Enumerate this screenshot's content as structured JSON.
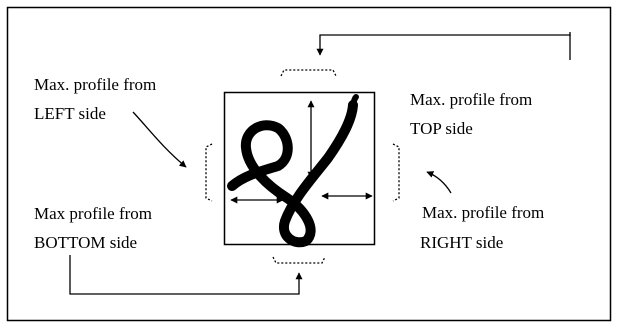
{
  "labels": {
    "left": [
      "Max. profile from",
      "LEFT side"
    ],
    "top": [
      "Max. profile from",
      "TOP side"
    ],
    "right": [
      "Max. profile from",
      "RIGHT side"
    ],
    "bottom": [
      "Max profile from",
      "BOTTOM side"
    ]
  },
  "colors": {
    "ink": "#000000",
    "background": "#ffffff"
  }
}
